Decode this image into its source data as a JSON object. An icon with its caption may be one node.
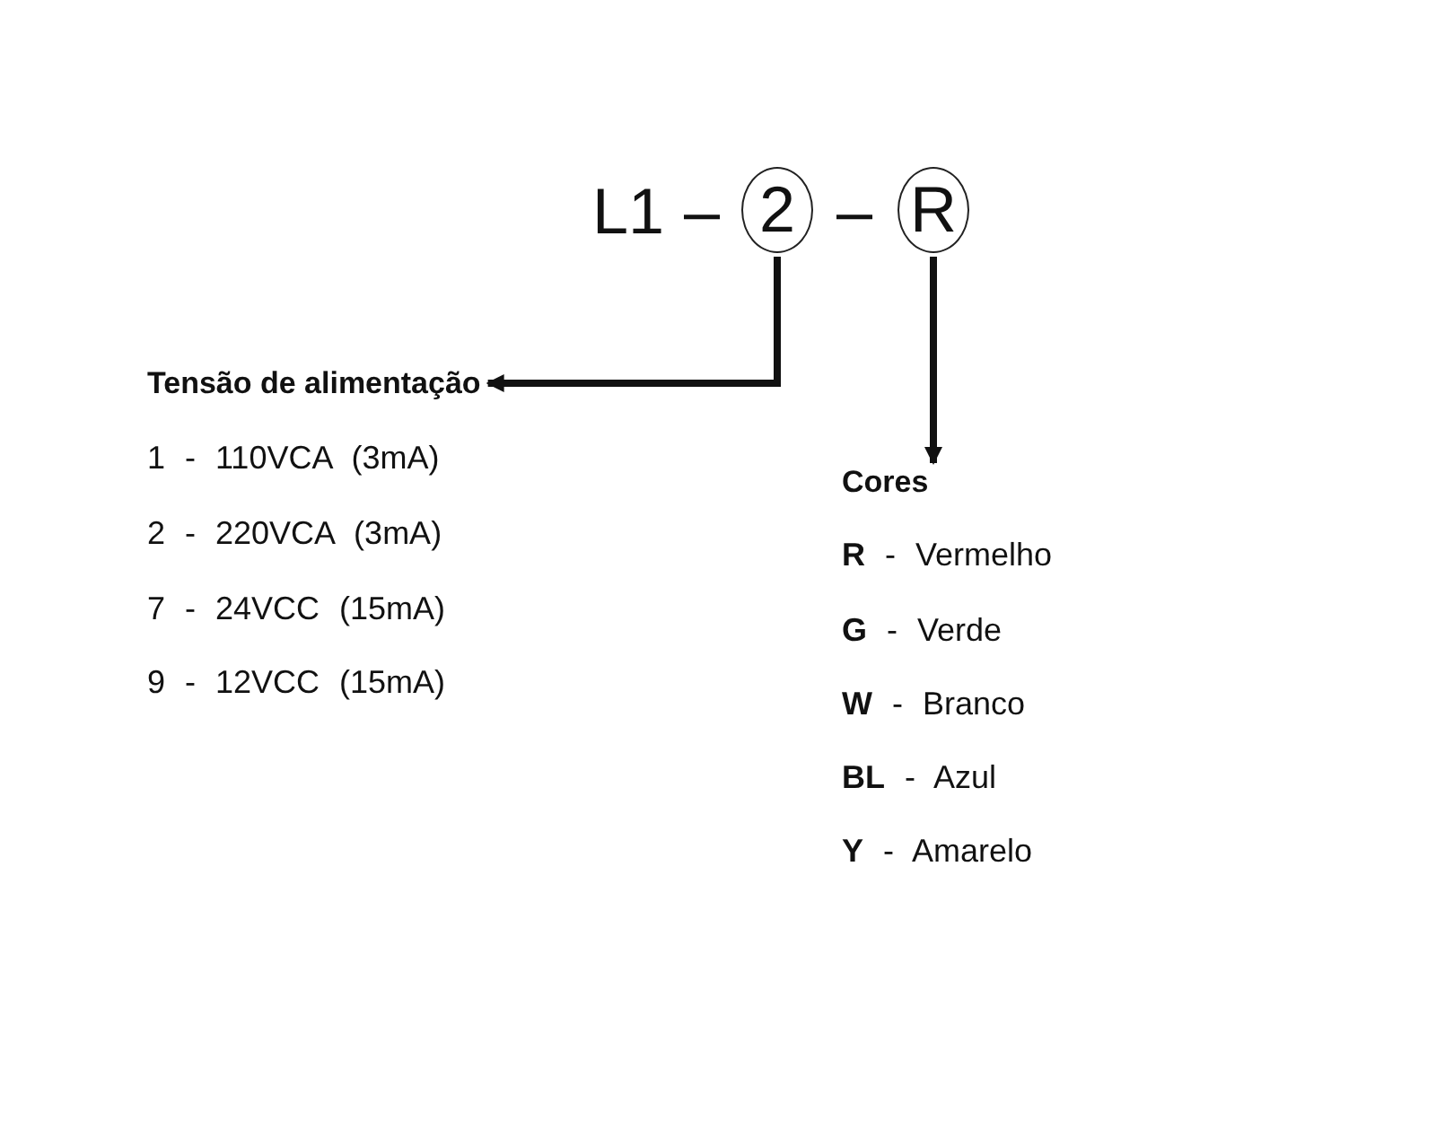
{
  "diagram": {
    "nodes": [
      {
        "text": [
          "2"
        ]
      },
      {
        "text": [
          "R"
        ]
      },
      {
        "text": [
          "Tensão de alimentação"
        ]
      },
      {
        "text": [
          "Cores"
        ]
      }
    ],
    "edges": [
      {
        "from": 0,
        "to": 2,
        "arrow": "to"
      },
      {
        "from": 1,
        "to": 3,
        "arrow": "to"
      }
    ],
    "labels": [
      "L1",
      "–",
      "–",
      "1 - 110VCA (3mA)",
      "2 - 220VCA (3mA)",
      "7 - 24VCC (15mA)",
      "9 - 12VCC (15mA)",
      "**R** - Vermelho",
      "**G** - Verde",
      "**W** - Branco",
      "**BL** - Azul",
      "**Y** - Amarelo"
    ]
  }
}
